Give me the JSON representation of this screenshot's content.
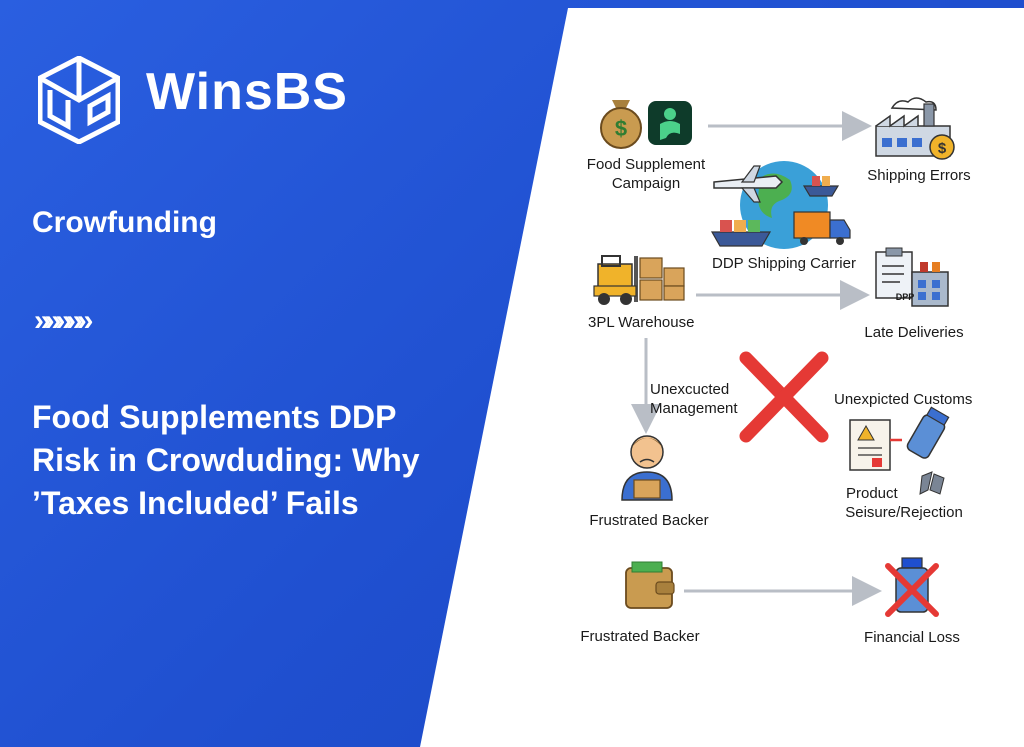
{
  "brand": {
    "name": "WinsBS"
  },
  "tagline": "Crowfunding",
  "chevrons": "»»»»»",
  "headline": {
    "line1": "Food Supplements DDP",
    "line2": "Risk in Crowduding: Why",
    "line3": "’Taxes Included’ Fails"
  },
  "diagram": {
    "campaign": [
      "Food Supplement",
      "Campaign"
    ],
    "shipping_errors": "Shipping Errors",
    "carrier": "DDP Shipping Carrier",
    "warehouse": "3PL Warehouse",
    "late_deliveries": "Late Deliveries",
    "management": [
      "Unexcucted",
      "Management"
    ],
    "customs": "Unexpicted Customs",
    "backer1": "Frustrated Backer",
    "seizure": [
      "Product",
      "Seisure/Rejection"
    ],
    "backer2": "Frustrated Backer",
    "financial_loss": "Financial Loss",
    "dpp_badge": "DPP"
  },
  "colors": {
    "blue": "#2356d6",
    "white": "#ffffff",
    "red": "#e53935",
    "arrow": "#b9bec6"
  }
}
